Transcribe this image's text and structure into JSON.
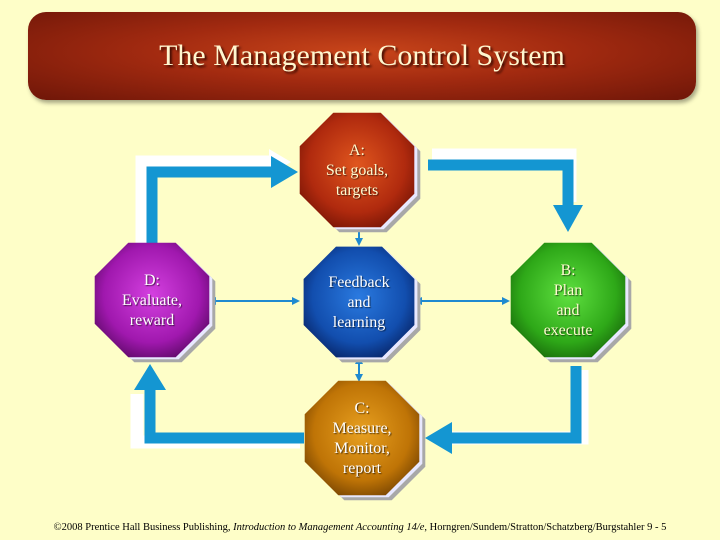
{
  "title": "The Management Control System",
  "colors": {
    "background": "#fefec8",
    "arrow": "#1496d2",
    "node_a": "#c23814",
    "node_b": "#34b21e",
    "node_c": "#c67e08",
    "node_d": "#a81cb2",
    "node_center": "#1654b2"
  },
  "nodes": {
    "a": {
      "lines": [
        "A:",
        "Set goals,",
        "targets"
      ]
    },
    "b": {
      "lines": [
        "B:",
        "Plan",
        "and",
        "execute"
      ]
    },
    "c": {
      "lines": [
        "C:",
        "Measure,",
        "Monitor,",
        "report"
      ]
    },
    "d": {
      "lines": [
        "D:",
        "Evaluate,",
        "reward"
      ]
    },
    "center": {
      "lines": [
        "Feedback",
        "and",
        "learning"
      ]
    }
  },
  "footer": {
    "prefix": "©2008 Prentice Hall Business Publishing, ",
    "book": "Introduction to Management Accounting 14/e",
    "suffix": ", Horngren/Sundem/Stratton/Schatzberg/Burgstahler  9 - 5"
  }
}
